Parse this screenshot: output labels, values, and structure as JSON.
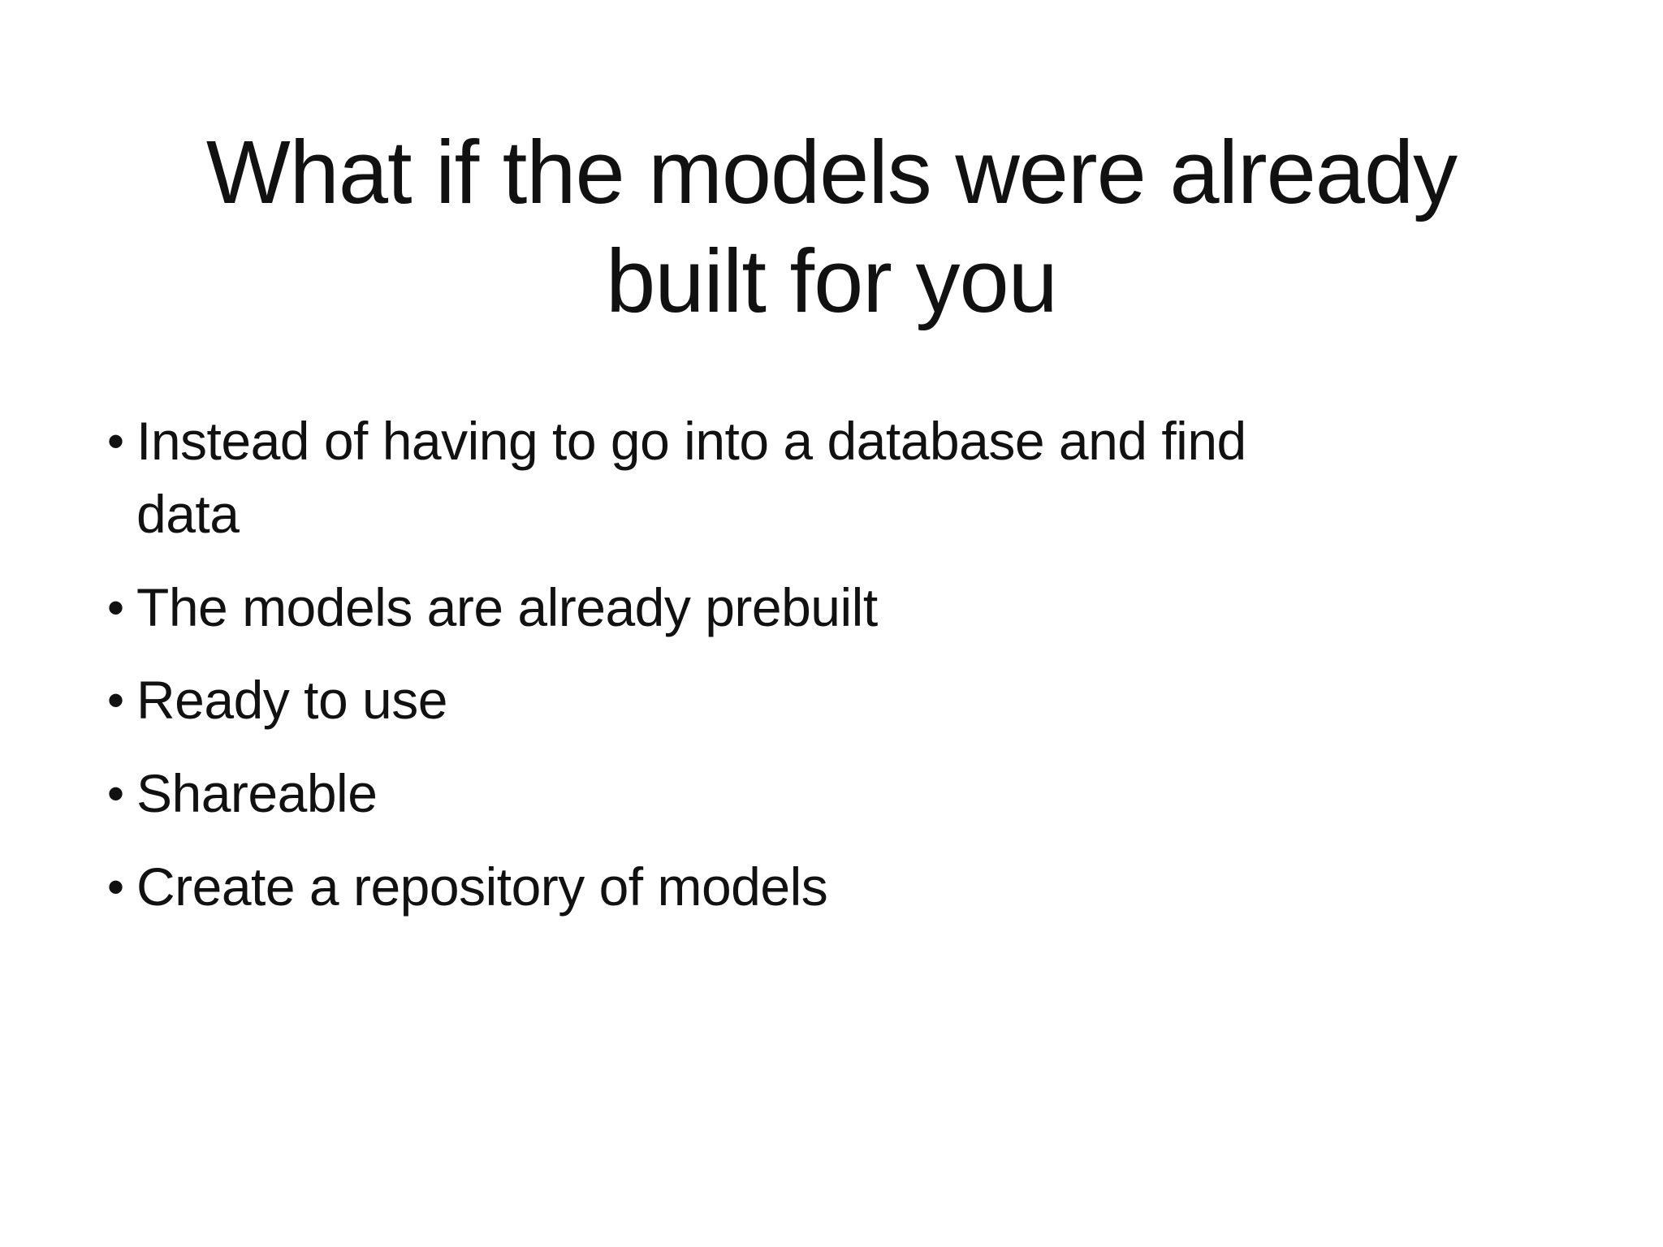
{
  "slide": {
    "title": {
      "full": "What if the models were already built for you",
      "lines": [
        "What if the models were already",
        "built for you"
      ]
    },
    "bullet_char": "•",
    "bullets": [
      "Instead of having to go into a database and find data",
      "The models are already prebuilt",
      "Ready to use",
      "Shareable",
      "Create a repository of models"
    ],
    "colors": {
      "background": "#ffffff",
      "text": "#111111"
    }
  }
}
